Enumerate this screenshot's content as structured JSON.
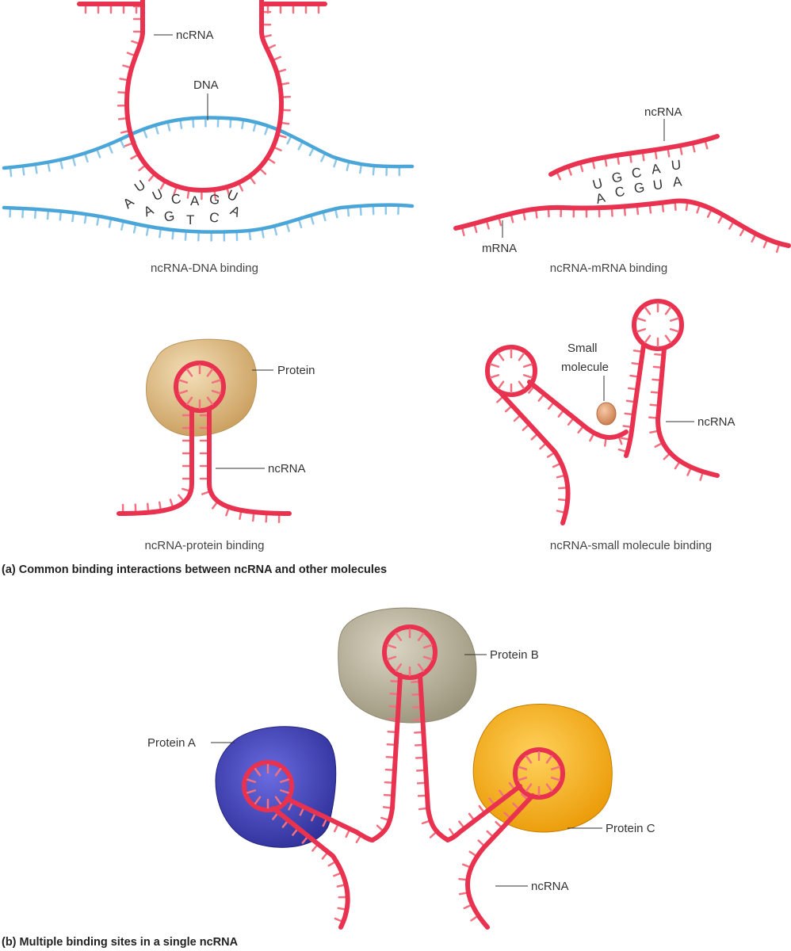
{
  "colors": {
    "rna": "#e8324f",
    "rna_light": "#f2707f",
    "dna": "#4aa6d8",
    "dna_light": "#8fc8ea",
    "protein_tan": "#d8b783",
    "protein_gray": "#b7b19c",
    "protein_blue": "#3d3fb0",
    "protein_yellow": "#f2ab1a",
    "small_molecule": "#e4a176"
  },
  "panel_a": {
    "heading": "(a) Common binding interactions between ncRNA and other molecules",
    "dna_binding": {
      "caption": "ncRNA-DNA binding",
      "label_ncrna": "ncRNA",
      "label_dna": "DNA",
      "rna_bases": [
        "U",
        "U",
        "C",
        "A",
        "G",
        "U"
      ],
      "dna_bases": [
        "A",
        "A",
        "G",
        "T",
        "C",
        "A"
      ]
    },
    "mrna_binding": {
      "caption": "ncRNA-mRNA binding",
      "label_ncrna": "ncRNA",
      "label_mrna": "mRNA",
      "ncrna_bases": [
        "U",
        "G",
        "C",
        "A",
        "U"
      ],
      "mrna_bases": [
        "A",
        "C",
        "G",
        "U",
        "A"
      ]
    },
    "protein_binding": {
      "caption": "ncRNA-protein binding",
      "label_protein": "Protein",
      "label_ncrna": "ncRNA"
    },
    "small_molecule_binding": {
      "caption": "ncRNA-small molecule binding",
      "label_small_molecule": "Small molecule",
      "label_small_line1": "Small",
      "label_small_line2": "molecule",
      "label_ncrna": "ncRNA"
    }
  },
  "panel_b": {
    "heading": "(b) Multiple binding sites in a single ncRNA",
    "label_protein_a": "Protein A",
    "label_protein_b": "Protein B",
    "label_protein_c": "Protein C",
    "label_ncrna": "ncRNA"
  }
}
